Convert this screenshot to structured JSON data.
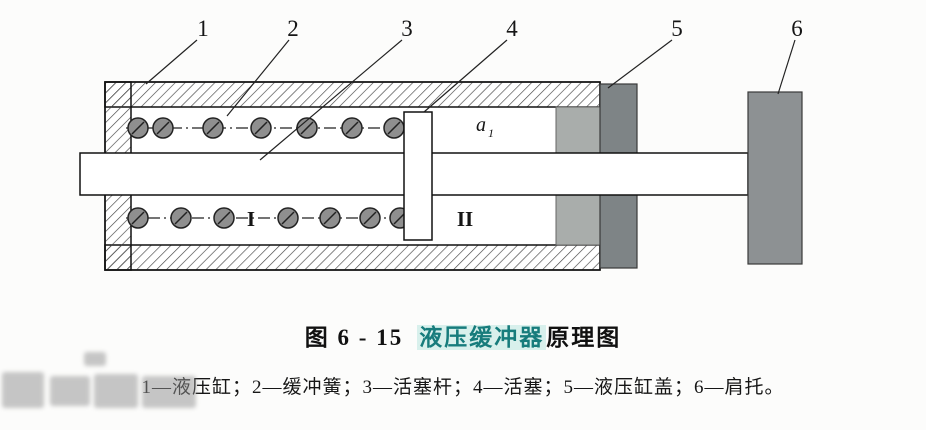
{
  "figure": {
    "caption_prefix": "图 6 - 15",
    "caption_highlight": "液压缓冲器",
    "caption_suffix": "原理图",
    "legend": "1—液压缸；2—缓冲簧；3—活塞杆；4—活塞；5—液压缸盖；6—肩托。"
  },
  "diagram": {
    "part_labels": [
      "1",
      "2",
      "3",
      "4",
      "5",
      "6"
    ],
    "orifice_label": "a",
    "orifice_sub": "1",
    "chamber_labels": [
      "I",
      "II"
    ]
  },
  "colors": {
    "highlight_bg": "#d8f0ec",
    "highlight_text": "#177c7c",
    "cap_inner_gray": "#a9adab",
    "cap_flange_gray": "#7e8486",
    "shoulder_gray": "#8d9193",
    "spring_fill": "#8f8f8f"
  }
}
